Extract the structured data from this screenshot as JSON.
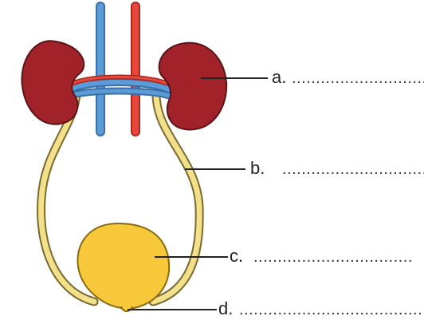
{
  "labels": [
    {
      "id": "a",
      "letter": "a.",
      "blank": "..............................."
    },
    {
      "id": "b",
      "letter": "b.",
      "blank": "................................."
    },
    {
      "id": "c",
      "letter": "c.",
      "blank": "................................."
    },
    {
      "id": "d",
      "letter": "d.",
      "blank": "......................................."
    }
  ],
  "colors": {
    "kidney": "#a2222a",
    "kidney_outline": "#5a1418",
    "vein": "#5b9bd6",
    "artery": "#e8473a",
    "ureter": "#f2e08a",
    "ureter_outline": "#7a6a30",
    "bladder": "#f7c83a",
    "bladder_outline": "#8a6a10",
    "leader_line": "#222222"
  }
}
